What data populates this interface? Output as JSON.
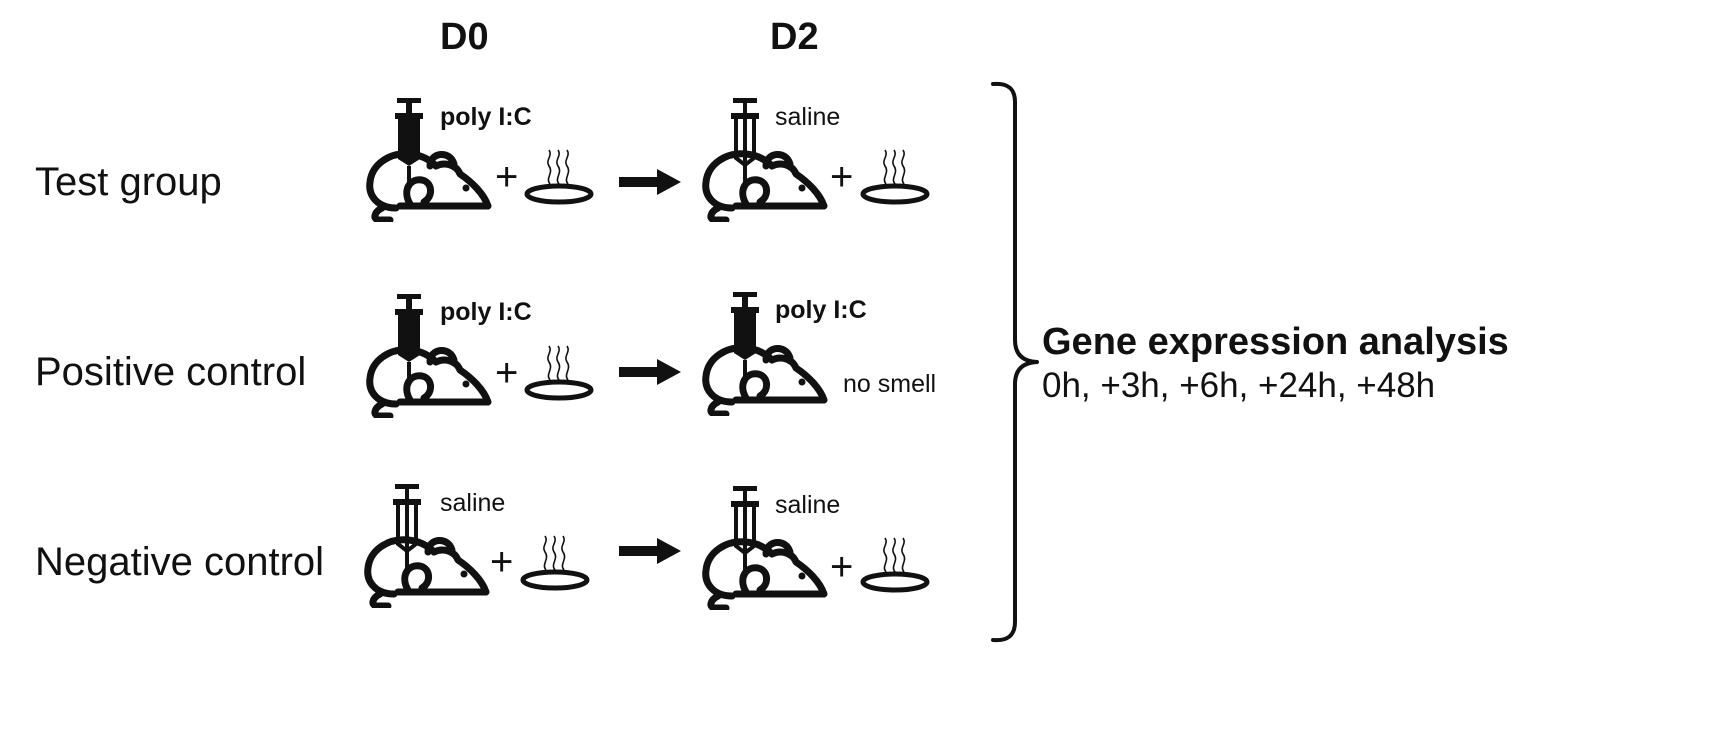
{
  "columns": [
    {
      "label": "D0"
    },
    {
      "label": "D2"
    }
  ],
  "rows": [
    {
      "group": "Test group",
      "d0": {
        "injection": "poly I:C",
        "bold": true,
        "smell": true
      },
      "d2": {
        "injection": "saline",
        "bold": false,
        "smell": true
      }
    },
    {
      "group": "Positive control",
      "d0": {
        "injection": "poly I:C",
        "bold": true,
        "smell": true
      },
      "d2": {
        "injection": "poly I:C",
        "bold": true,
        "smell": false,
        "note": "no smell"
      }
    },
    {
      "group": "Negative control",
      "d0": {
        "injection": "saline",
        "bold": false,
        "smell": true
      },
      "d2": {
        "injection": "saline",
        "bold": false,
        "smell": true
      }
    }
  ],
  "plus_sign": "+",
  "analysis": {
    "title": "Gene expression analysis",
    "timepoints": "0h, +3h, +6h, +24h, +48h"
  },
  "colors": {
    "ink": "#111111",
    "background": "#ffffff"
  }
}
